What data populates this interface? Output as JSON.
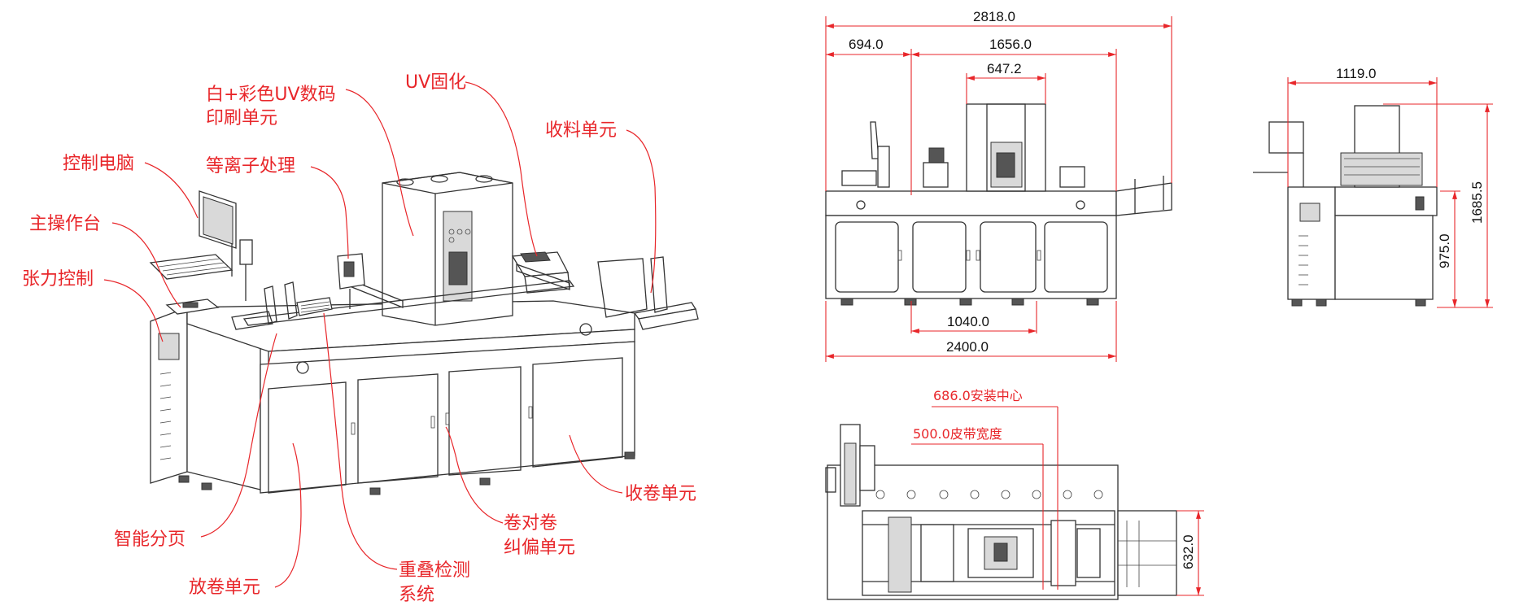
{
  "callouts": {
    "print_unit_line1": "白+彩色UV数码",
    "print_unit_line2": "印刷单元",
    "uv_cure": "UV固化",
    "collect_unit": "收料单元",
    "control_pc": "控制电脑",
    "plasma": "等离子处理",
    "main_console": "主操作台",
    "tension": "张力控制",
    "rewind_unit": "收卷单元",
    "smart_sheet": "智能分页",
    "web_guide_line1": "卷对卷",
    "web_guide_line2": "纠偏单元",
    "overlap_line1": "重叠检测",
    "overlap_line2": "系统",
    "unwind_unit": "放卷单元"
  },
  "dimensions": {
    "front_total_width": "2818.0",
    "front_left_offset": "694.0",
    "front_span": "1656.0",
    "front_print_width": "647.2",
    "front_base_inner": "1040.0",
    "front_base_width": "2400.0",
    "side_width": "1119.0",
    "side_total_height": "1685.5",
    "side_table_height": "975.0",
    "top_install_center": "686.0安装中心",
    "top_belt_width": "500.0皮带宽度",
    "top_depth": "632.0"
  }
}
